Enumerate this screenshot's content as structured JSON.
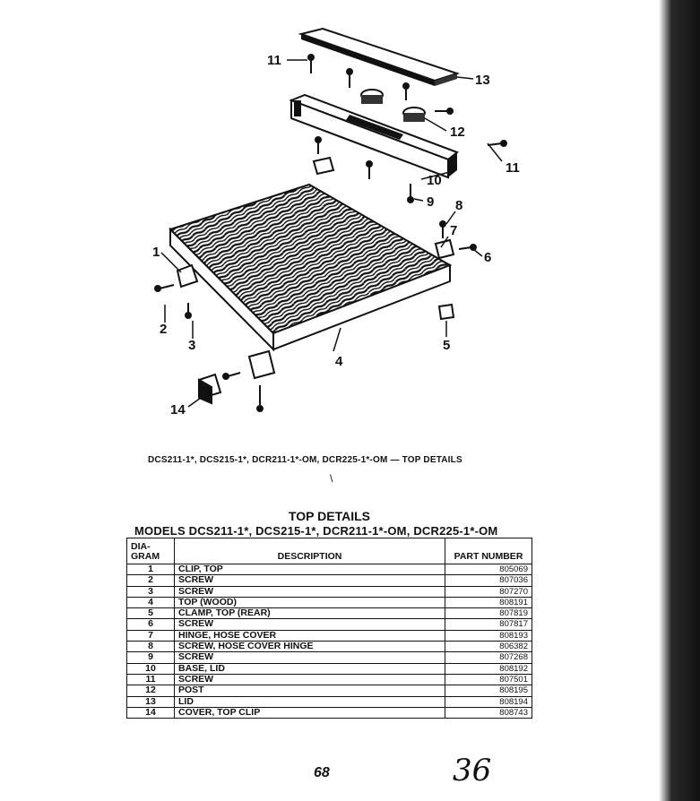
{
  "caption": "DCS211-1*, DCS215-1*, DCR211-1*-OM, DCR225-1*-OM — TOP DETAILS",
  "caption_mark": "\\",
  "callouts": [
    "11",
    "13",
    "12",
    "11",
    "10",
    "9",
    "8",
    "7",
    "6",
    "1",
    "2",
    "3",
    "4",
    "5",
    "14"
  ],
  "table": {
    "title": "TOP DETAILS",
    "subtitle": "MODELS DCS211-1*, DCS215-1*, DCR211-1*-OM, DCR225-1*-OM",
    "headers": {
      "diagram_line1": "DIA-",
      "diagram_line2": "GRAM",
      "description": "DESCRIPTION",
      "part_number": "PART NUMBER"
    },
    "rows": [
      {
        "diagram": "1",
        "description": "CLIP, TOP",
        "part_number": "805069"
      },
      {
        "diagram": "2",
        "description": "SCREW",
        "part_number": "807036"
      },
      {
        "diagram": "3",
        "description": "SCREW",
        "part_number": "807270"
      },
      {
        "diagram": "4",
        "description": "TOP (WOOD)",
        "part_number": "808191"
      },
      {
        "diagram": "5",
        "description": "CLAMP, TOP (REAR)",
        "part_number": "807819"
      },
      {
        "diagram": "6",
        "description": "SCREW",
        "part_number": "807817"
      },
      {
        "diagram": "7",
        "description": "HINGE, HOSE COVER",
        "part_number": "808193"
      },
      {
        "diagram": "8",
        "description": "SCREW, HOSE COVER HINGE",
        "part_number": "806382"
      },
      {
        "diagram": "9",
        "description": "SCREW",
        "part_number": "807268"
      },
      {
        "diagram": "10",
        "description": "BASE, LID",
        "part_number": "808192"
      },
      {
        "diagram": "11",
        "description": "SCREW",
        "part_number": "807501"
      },
      {
        "diagram": "12",
        "description": "POST",
        "part_number": "808195"
      },
      {
        "diagram": "13",
        "description": "LID",
        "part_number": "808194"
      },
      {
        "diagram": "14",
        "description": "COVER, TOP CLIP",
        "part_number": "808743"
      }
    ]
  },
  "page_number": "68",
  "handwritten_number": "36"
}
